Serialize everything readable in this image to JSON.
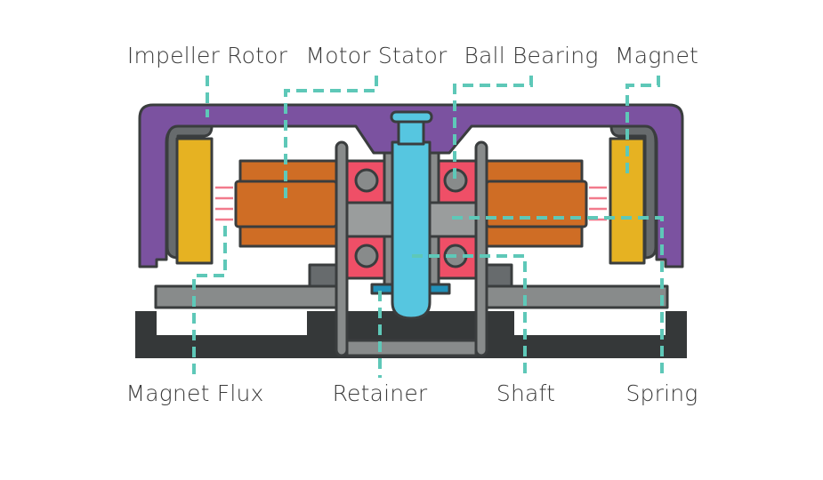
{
  "labels": {
    "impeller_rotor": "Impeller Rotor",
    "motor_stator": "Motor Stator",
    "ball_bearing": "Ball Bearing",
    "magnet": "Magnet",
    "magnet_flux": "Magnet Flux",
    "retainer": "Retainer",
    "shaft": "Shaft",
    "spring": "Spring"
  },
  "colors": {
    "housing": "#7b52a0",
    "magnet": "#e6b222",
    "stator": "#cf6d25",
    "bearing": "#ef4f67",
    "shaft": "#56c6e0",
    "retainer": "#2190b8",
    "leader": "#5ec8b8",
    "flux": "#f27a8c",
    "frame": "#888b8b",
    "base": "#353839",
    "outline": "#3a3d3e"
  }
}
